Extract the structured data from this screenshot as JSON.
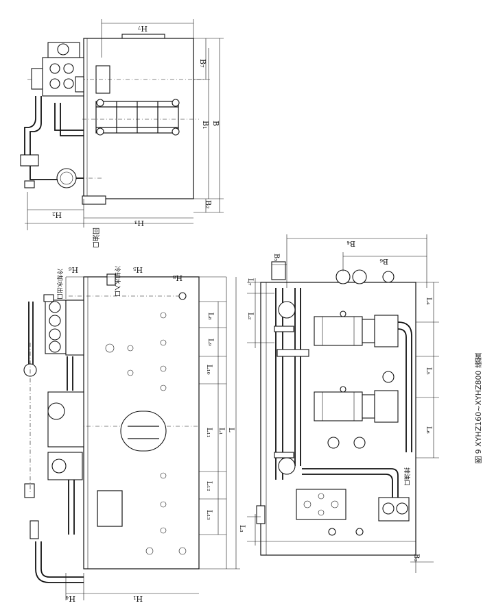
{
  "caption": "图 9  XYHZ160~XYHZ800 装置",
  "dims": {
    "H7": "H₇",
    "B7": "B₇",
    "B1": "B₁",
    "B": "B",
    "B2": "B₂",
    "H2": "H₂",
    "H3": "H₃",
    "H6": "H₆",
    "H5": "H₅",
    "H8": "H₈",
    "L8": "L₈",
    "L9": "L₉",
    "L10": "L₁₀",
    "L11": "L₁₁",
    "L12": "L₁₂",
    "L13": "L₁₃",
    "L1": "L₁",
    "L": "L",
    "H4": "H₄",
    "H1": "H₁",
    "B4": "B₄",
    "B6": "B₆",
    "B5": "B₅",
    "B3": "B₃",
    "L7": "L₇",
    "L2": "L₂",
    "L3": "L₃",
    "L4": "L₄",
    "L5": "L₅",
    "L6": "L₆"
  },
  "labels": {
    "return_oil": "回油口",
    "cool_out": "冷却水出口",
    "cool_in": "冷却水入口",
    "drain": "排油口"
  }
}
